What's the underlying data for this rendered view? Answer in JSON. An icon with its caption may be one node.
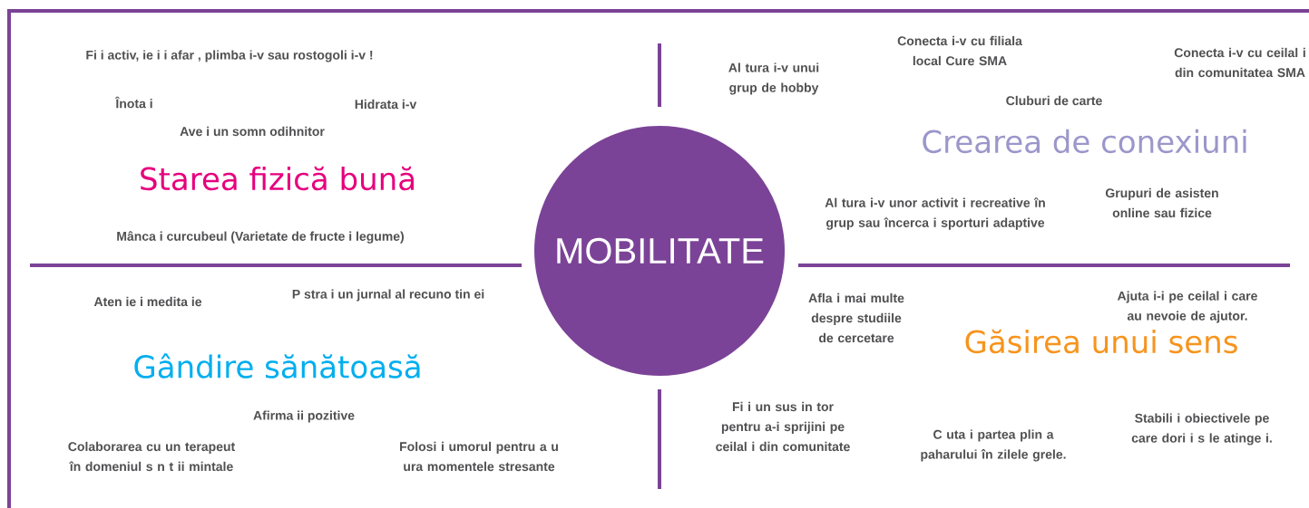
{
  "diagram": {
    "nodes": [
      {
        "text": [
          "MOBILITATE"
        ]
      }
    ],
    "labels": [
      "Fi i activ, ie i i afar , plimba i-v sau rostogoli i-v !",
      "Înota i",
      "Hidrata i-v",
      "Ave i un somn odihnitor",
      "Starea fizică bună",
      "Mânca i curcubeul (Varietate de fructe i legume)",
      "Al tura i-v unui grup de hobby",
      "Conecta i-v cu filiala local Cure SMA",
      "Conecta i-v cu ceilal i din comunitatea SMA",
      "Cluburi de carte",
      "Crearea de conexiuni",
      "Al tura i-v unor activit i recreative în grup sau încerca i sporturi adaptive",
      "Grupuri de asisten online sau fizice",
      "Aten ie i medita ie",
      "P stra i un jurnal al recuno tin ei",
      "Gândire sănătoasă",
      "Afirma ii pozitive",
      "Colaborarea cu un terapeut în domeniul s n t ii mintale",
      "Folosi i umorul pentru a u ura momentele stresante",
      "Afla i mai multe despre studiile de cercetare",
      "Ajuta i-i pe ceilal i care au nevoie de ajutor.",
      "Găsirea unui sens",
      "Fi i un sus in tor pentru a-i sprijini pe ceilal i din comunitate",
      "C uta i partea plin a paharului în zilele grele.",
      "Stabili i obiectivele pe care dori i s le atinge i."
    ]
  }
}
